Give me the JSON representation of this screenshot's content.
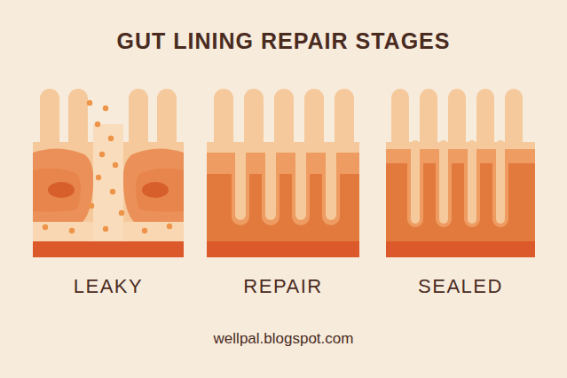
{
  "diagram": {
    "title": "GUT LINING REPAIR STAGES",
    "nodes": [
      {
        "text": [
          "LEAKY"
        ]
      },
      {
        "text": [
          "REPAIR"
        ]
      },
      {
        "text": [
          "SEALED"
        ]
      }
    ],
    "labels": [
      "wellpal.blogspot.com"
    ]
  }
}
